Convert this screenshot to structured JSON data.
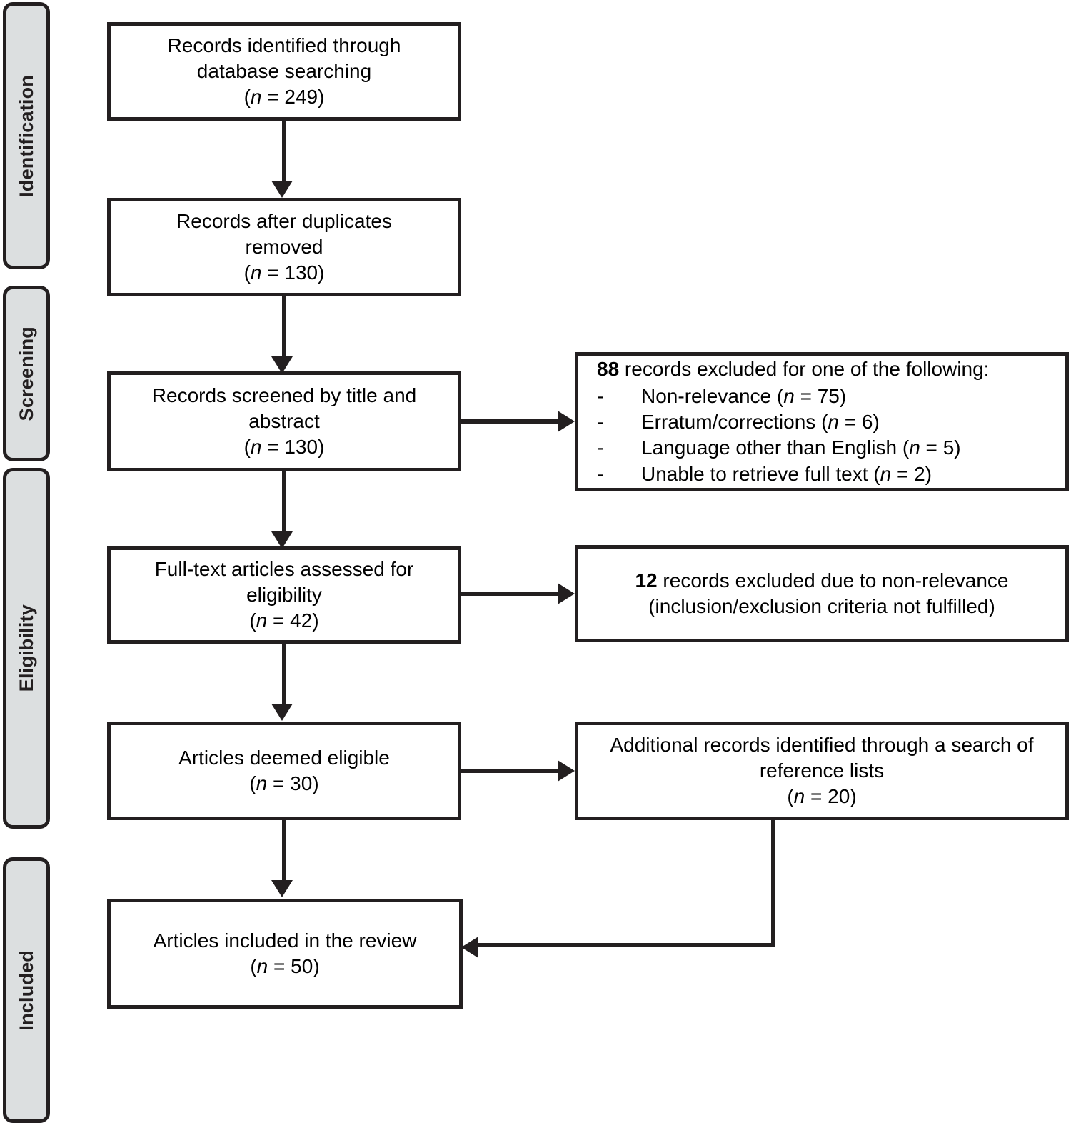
{
  "diagram": {
    "type": "prisma-flow-diagram",
    "colors": {
      "stroke": "#231f20",
      "tab_fill": "#dcdfe0",
      "box_fill": "#ffffff",
      "text": "#000000"
    },
    "stages": [
      {
        "id": "identification",
        "label": "Identification"
      },
      {
        "id": "screening",
        "label": "Screening"
      },
      {
        "id": "eligibility",
        "label": "Eligibility"
      },
      {
        "id": "included",
        "label": "Included"
      }
    ],
    "boxes": {
      "identified": {
        "line1": "Records identified through",
        "line2": "database searching",
        "n_label": "n",
        "n_value": "249",
        "n_text": "(n = 249)"
      },
      "deduplicated": {
        "line1": "Records after duplicates",
        "line2": "removed",
        "n_label": "n",
        "n_value": "130",
        "n_text": "(n = 130)"
      },
      "screened": {
        "line1": "Records screened by title and",
        "line2": "abstract",
        "n_label": "n",
        "n_value": "130",
        "n_text": "(n = 130)"
      },
      "fulltext": {
        "line1": "Full-text articles assessed for",
        "line2": "eligibility",
        "n_label": "n",
        "n_value": "42",
        "n_text": "(n = 42)"
      },
      "eligible": {
        "line1": "Articles deemed eligible",
        "n_label": "n",
        "n_value": "30",
        "n_text": "(n = 30)"
      },
      "included": {
        "line1": "Articles included in the review",
        "n_label": "n",
        "n_value": "50",
        "n_text": "(n = 50)"
      },
      "excluded_screening": {
        "count": "88",
        "heading_rest": " records excluded for one of the following:",
        "reasons": [
          {
            "text": "Non-relevance",
            "n_label": "n",
            "n_value": "75",
            "n_text": "(n = 75)"
          },
          {
            "text": "Erratum/corrections",
            "n_label": "n",
            "n_value": "6",
            "n_text": "(n = 6)"
          },
          {
            "text": "Language other than English",
            "n_label": "n",
            "n_value": "5",
            "n_text": "(n = 5)"
          },
          {
            "text": "Unable to retrieve full text",
            "n_label": "n",
            "n_value": "2",
            "n_text": "(n = 2)"
          }
        ]
      },
      "excluded_eligibility": {
        "count": "12",
        "line1_rest": " records excluded due to non-relevance",
        "line2": "(inclusion/exclusion criteria not fulfilled)"
      },
      "additional": {
        "line1": "Additional records identified through a search of",
        "line2": "reference lists",
        "n_label": "n",
        "n_value": "20",
        "n_text": "(n = 20)"
      }
    }
  }
}
